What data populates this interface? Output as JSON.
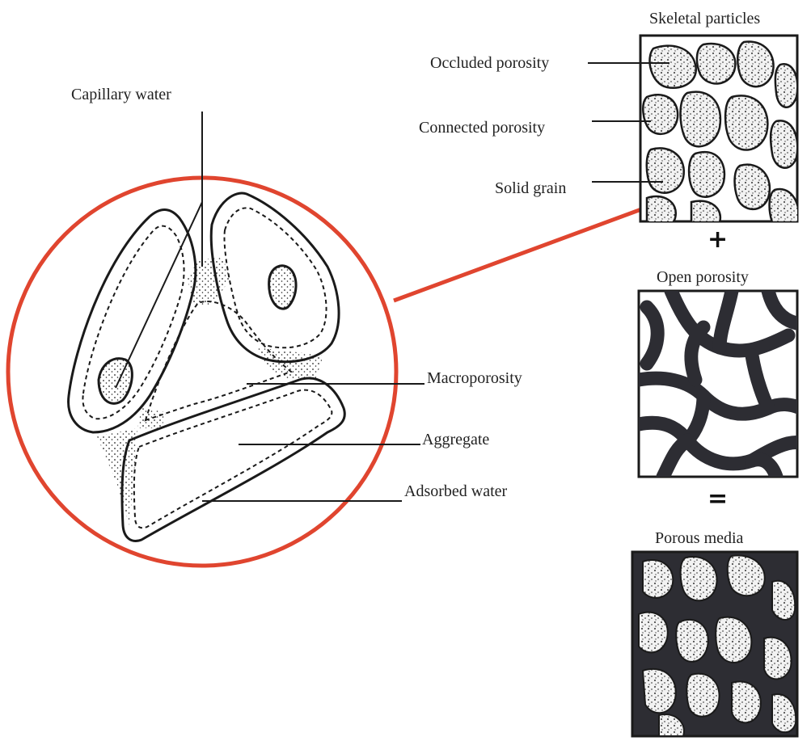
{
  "left_labels": {
    "capillary_water": "Capillary water",
    "macroporosity": "Macroporosity",
    "aggregate": "Aggregate",
    "adsorbed_water": "Adsorbed water"
  },
  "right_labels": {
    "skeletal_particles": "Skeletal particles",
    "occluded_porosity": "Occluded porosity",
    "connected_porosity": "Connected porosity",
    "solid_grain": "Solid grain",
    "open_porosity": "Open porosity",
    "porous_media": "Porous media"
  },
  "operators": {
    "plus": "+",
    "equals": "="
  },
  "colors": {
    "circle": "#e0452f",
    "ink": "#1a1a1a",
    "pore": "#2d2d33"
  }
}
